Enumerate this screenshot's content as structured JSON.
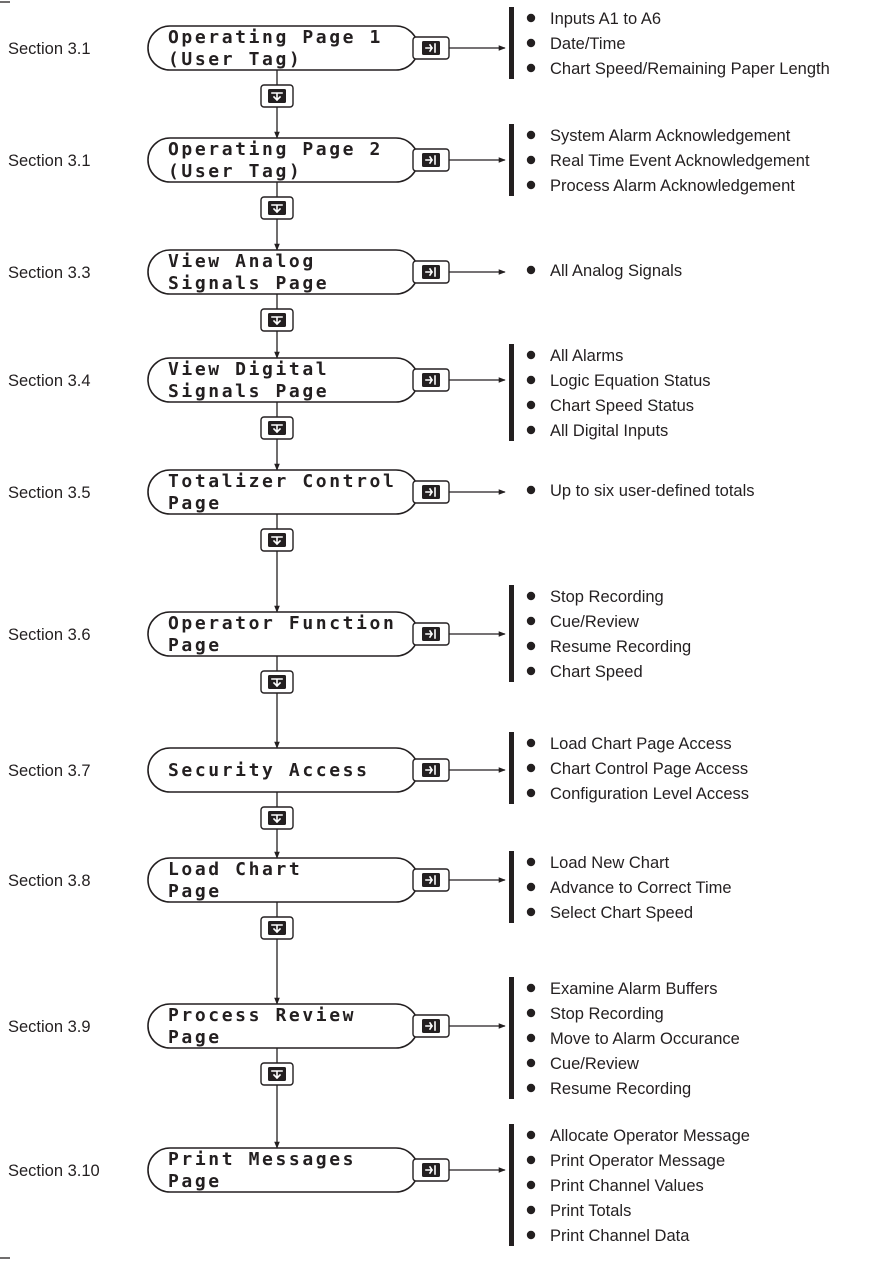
{
  "pages": [
    {
      "section": "Section 3.1",
      "lcd_lines": [
        "Operating Page 1",
        "(User Tag)"
      ],
      "items": [
        "Inputs A1 to A6",
        "Date/Time",
        "Chart Speed/Remaining Paper Length"
      ]
    },
    {
      "section": "Section 3.1",
      "lcd_lines": [
        "Operating Page 2",
        "(User Tag)"
      ],
      "items": [
        "System Alarm Acknowledgement",
        "Real Time Event Acknowledgement",
        "Process Alarm Acknowledgement"
      ]
    },
    {
      "section": "Section 3.3",
      "lcd_lines": [
        "View Analog",
        "Signals Page"
      ],
      "items": [
        "All Analog Signals"
      ]
    },
    {
      "section": "Section 3.4",
      "lcd_lines": [
        "View Digital",
        "Signals Page"
      ],
      "items": [
        "All Alarms",
        "Logic Equation Status",
        "Chart Speed Status",
        "All Digital Inputs"
      ]
    },
    {
      "section": "Section 3.5",
      "lcd_lines": [
        "Totalizer Control",
        "Page"
      ],
      "items": [
        "Up to six user-defined totals"
      ]
    },
    {
      "section": "Section 3.6",
      "lcd_lines": [
        "Operator Function",
        "Page"
      ],
      "items": [
        "Stop Recording",
        "Cue/Review",
        "Resume Recording",
        "Chart Speed"
      ]
    },
    {
      "section": "Section 3.7",
      "lcd_lines": [
        "Security Access"
      ],
      "items": [
        "Load Chart Page Access",
        "Chart Control Page Access",
        "Configuration Level Access"
      ]
    },
    {
      "section": "Section 3.8",
      "lcd_lines": [
        "Load Chart",
        "Page"
      ],
      "items": [
        "Load New Chart",
        "Advance to Correct Time",
        "Select Chart Speed"
      ]
    },
    {
      "section": "Section 3.9",
      "lcd_lines": [
        "Process Review",
        "Page"
      ],
      "items": [
        "Examine Alarm Buffers",
        "Stop Recording",
        "Move to Alarm Occurance",
        "Cue/Review",
        "Resume Recording"
      ]
    },
    {
      "section": "Section 3.10",
      "lcd_lines": [
        "Print Messages",
        "Page"
      ],
      "items": [
        "Allocate Operator Message",
        "Print Operator Message",
        "Print Channel Values",
        "Print Totals",
        "Print Channel Data"
      ]
    }
  ],
  "keys": {
    "enter_key_icon": "enter-key-icon",
    "page_key_icon": "page-key-icon"
  }
}
